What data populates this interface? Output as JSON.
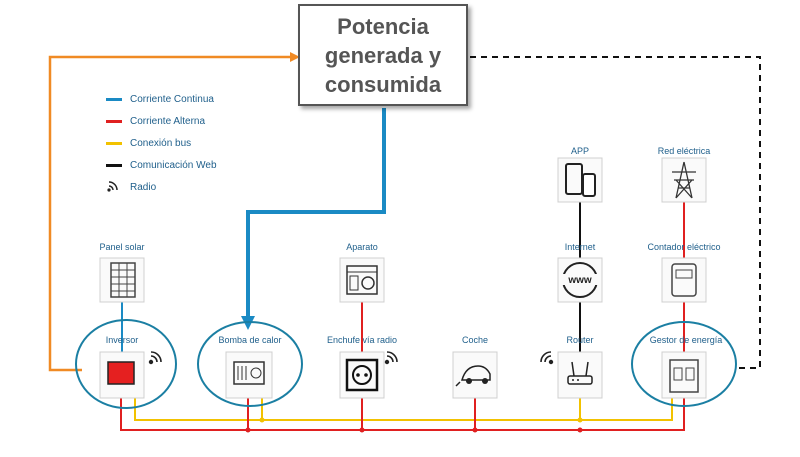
{
  "title": {
    "line1": "Potencia",
    "line2": "generada y",
    "line3": "consumida"
  },
  "legend": [
    {
      "label": "Corriente Continua",
      "color": "#1a8ac4"
    },
    {
      "label": "Corriente Alterna",
      "color": "#e02020"
    },
    {
      "label": "Conexión bus",
      "color": "#f2c200"
    },
    {
      "label": "Comunicación Web",
      "color": "#111111"
    },
    {
      "label": "Radio",
      "icon": "radio-waves-icon"
    }
  ],
  "nodes": {
    "panel_solar": {
      "label": "Panel solar",
      "icon": "solar-panel-icon"
    },
    "aparato": {
      "label": "Aparato",
      "icon": "appliance-icon"
    },
    "app": {
      "label": "APP",
      "icon": "smartphone-icon"
    },
    "red_electrica": {
      "label": "Red eléctrica",
      "icon": "power-tower-icon"
    },
    "internet": {
      "label": "Internet",
      "icon": "globe-www-icon"
    },
    "contador": {
      "label": "Contador eléctrico",
      "icon": "meter-icon"
    },
    "inversor": {
      "label": "Inversor",
      "icon": "inverter-icon"
    },
    "bomba": {
      "label": "Bomba de calor",
      "icon": "heat-pump-icon"
    },
    "enchufe": {
      "label": "Enchufe vía radio",
      "icon": "plug-icon"
    },
    "coche": {
      "label": "Coche",
      "icon": "electric-car-icon"
    },
    "router": {
      "label": "Router",
      "icon": "router-icon"
    },
    "gestor": {
      "label": "Gestor de energía",
      "icon": "energy-manager-icon"
    }
  },
  "colors": {
    "dc": "#1a8ac4",
    "ac": "#e02020",
    "bus": "#f2c200",
    "web": "#111111",
    "feedback": "#f08a24",
    "highlight_ring": "#1b7fa3"
  }
}
